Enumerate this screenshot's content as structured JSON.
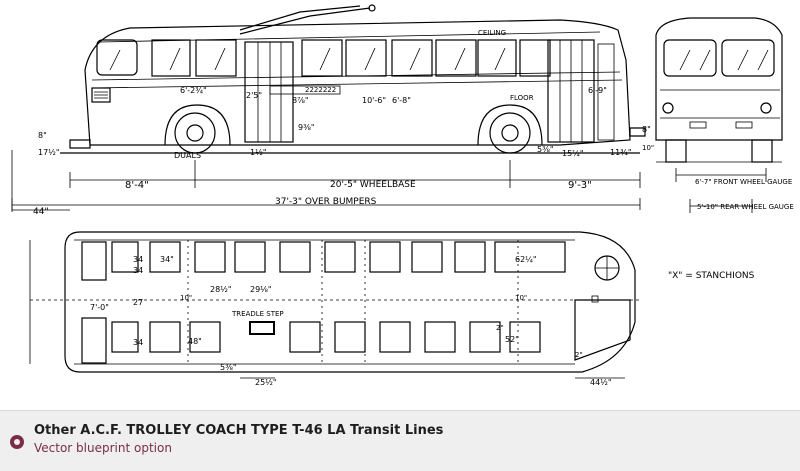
{
  "footer": {
    "title": "Other A.C.F. TROLLEY COACH TYPE T-46 LA Transit Lines",
    "subtitle": "Vector blueprint option"
  },
  "blueprint": {
    "side": {
      "ceiling": "CEILING",
      "floor": "FLOOR",
      "duals": "DUALS",
      "dest_sign": "2222222",
      "height_8": "8\"",
      "height_17": "17½\"",
      "d_6_2": "6'-2¾\"",
      "d_2_5": "2'5\"",
      "d_8_3": "8⅞\"",
      "d_10_6": "10'-6\"",
      "d_6_8": "6'-8\"",
      "d_6_9": "6'-9\"",
      "d_9_3": "9⅜\"",
      "d_1_2": "1½\"",
      "d_5_8": "5⅜\"",
      "d_15": "15¼\"",
      "d_11_2": "11¾\"",
      "d_8r": "8\"",
      "d_10r": "10\"",
      "dim_front_overhang": "8'-4\"",
      "dim_wheelbase": "20'-5\" WHEELBASE",
      "dim_rear_overhang": "9'-3\"",
      "dim_overall": "37'-3\" OVER BUMPERS",
      "dim_44": "44\""
    },
    "rear": {
      "front_gauge": "6'-7\" FRONT WHEEL GAUGE",
      "rear_gauge": "5'-10\" REAR WHEEL GAUGE"
    },
    "plan": {
      "treadle_step": "TREADLE STEP",
      "stanchions_legend": "\"X\" = STANCHIONS",
      "w_34a": "34",
      "w_34b": "34",
      "w_27": "27",
      "w_34c": "34",
      "w_7_0": "7'-0\"",
      "w_28": "28½\"",
      "w_29": "29⅛\"",
      "w_48": "48\"",
      "w_62": "62¼\"",
      "w_52": "52\"",
      "w_5_3": "5⅜\"",
      "w_25": "25½\"",
      "w_44": "44½\"",
      "w_34d": "34\"",
      "w_2a": "2\"",
      "w_2b": "2\"",
      "w_10a": "10\"",
      "w_10b": "10\""
    }
  }
}
